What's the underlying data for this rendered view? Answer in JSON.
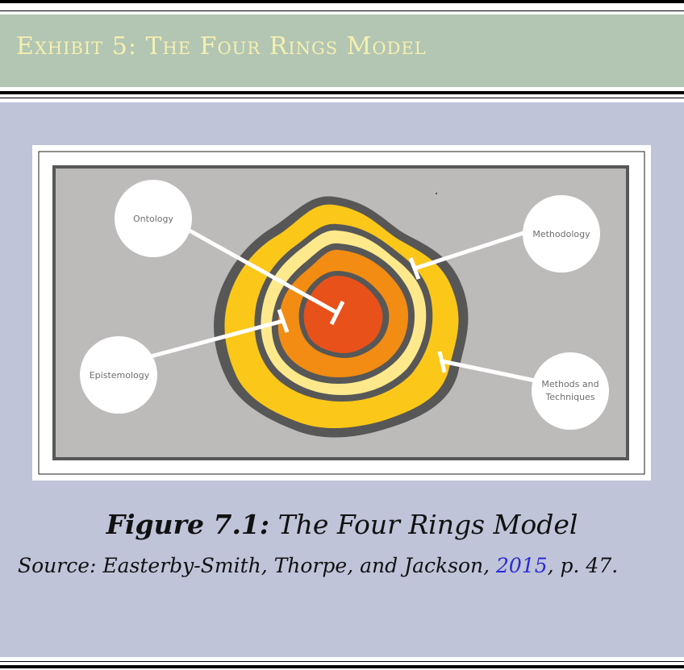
{
  "exhibit": {
    "title": "Exhibit 5: The Four Rings Model"
  },
  "figure": {
    "labels": {
      "ontology": "Ontology",
      "methodology": "Methodology",
      "epistemology": "Epistemology",
      "methods_line1": "Methods and",
      "methods_line2": "Techniques"
    },
    "colors": {
      "background": "#bdbaba",
      "outer_ring": "#fbc719",
      "second_ring": "#fde98c",
      "third_ring": "#f28c12",
      "core": "#e8511a",
      "outline": "#575757"
    }
  },
  "caption": {
    "figure_label": "Figure 7.1:",
    "figure_title": "The Four Rings Model"
  },
  "source": {
    "prefix": "Source: Easterby-Smith, Thorpe, and Jackson,",
    "year": "2015",
    "suffix": ", p. 47."
  }
}
